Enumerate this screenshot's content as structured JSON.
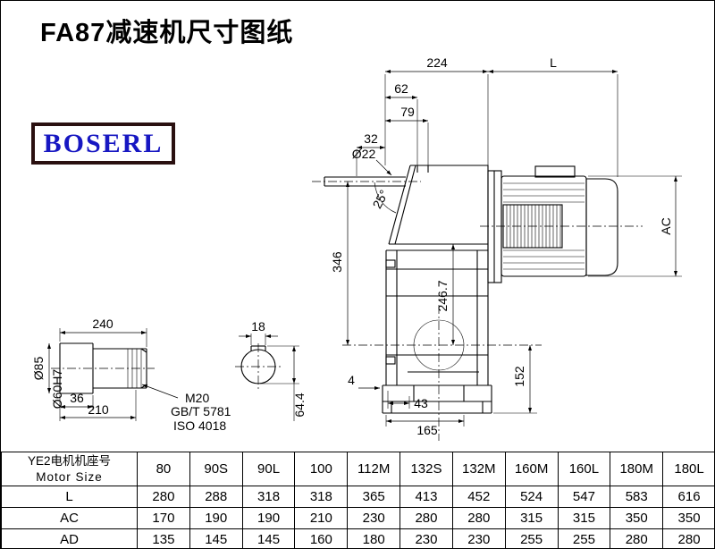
{
  "header": {
    "title": "FA87减速机尺寸图纸",
    "logo": "BOSERL"
  },
  "dims": {
    "top_width": "224",
    "motor_length": "L",
    "d62": "62",
    "d79": "79",
    "d32": "32",
    "shaft_dia": "Ø22",
    "angle": "25°",
    "height_346": "346",
    "d246_7": "246.7",
    "motor_dia": "AC",
    "d152": "152",
    "d4": "4",
    "d43": "43",
    "d165": "165",
    "shaft_len": "240",
    "key_width": "18",
    "dia_85": "Ø85",
    "dia_60": "Ø60H7",
    "d36": "36",
    "d210": "210",
    "thread": "M20",
    "std_gb": "GB/T 5781",
    "std_iso": "ISO 4018",
    "key_height": "64.4"
  },
  "table": {
    "header_cn": "YE2电机机座号",
    "header_en": "Motor Size",
    "columns": [
      "80",
      "90S",
      "90L",
      "100",
      "112M",
      "132S",
      "132M",
      "160M",
      "160L",
      "180M",
      "180L"
    ],
    "rows": [
      {
        "label": "L",
        "values": [
          "280",
          "288",
          "318",
          "318",
          "365",
          "413",
          "452",
          "524",
          "547",
          "583",
          "616"
        ]
      },
      {
        "label": "AC",
        "values": [
          "170",
          "190",
          "190",
          "210",
          "230",
          "280",
          "280",
          "315",
          "315",
          "350",
          "350"
        ]
      },
      {
        "label": "AD",
        "values": [
          "135",
          "145",
          "145",
          "160",
          "180",
          "230",
          "230",
          "255",
          "255",
          "280",
          "280"
        ]
      }
    ]
  }
}
